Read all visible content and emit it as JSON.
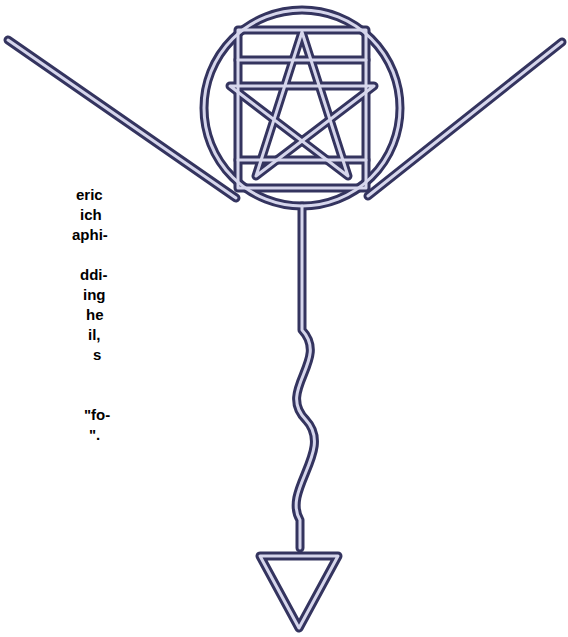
{
  "diagram": {
    "labels": [
      "eric",
      "ich",
      "aphi-",
      "ddi-",
      "ing",
      "he",
      "il,",
      "s",
      "\"fo-",
      "\"."
    ]
  }
}
